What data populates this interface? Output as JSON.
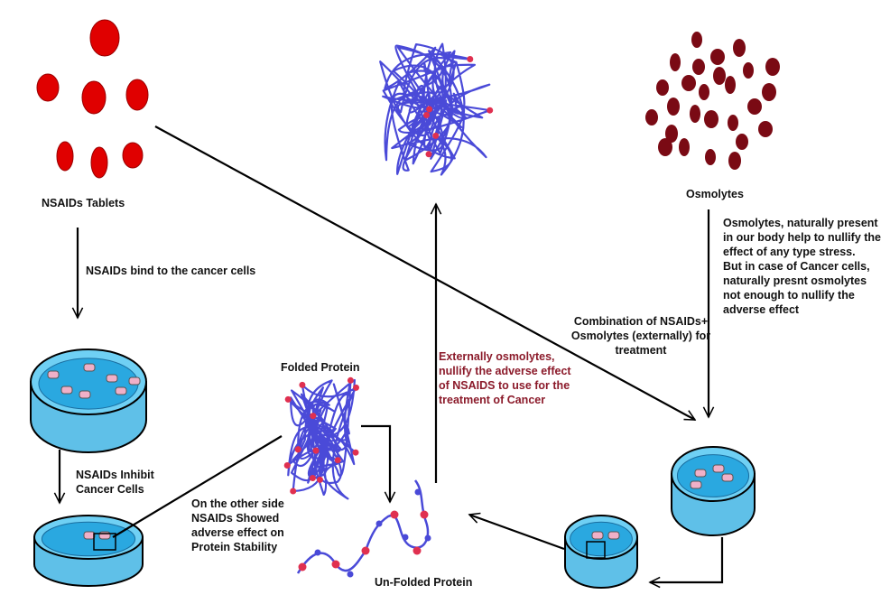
{
  "colors": {
    "tablet": "#e00000",
    "osmolyte": "#7a0a14",
    "protein_chain": "#4a4ad8",
    "protein_bead": "#e03050",
    "dish_fill": "#5fc0e8",
    "dish_rim": "#6fd0f4",
    "cell": "#f0b0c8",
    "arrow": "#000000",
    "highlight_text": "#8b1a2a"
  },
  "labels": {
    "nsaids_tablets": "NSAIDs Tablets",
    "nsaids_bind": "NSAIDs bind to the cancer cells",
    "nsaids_inhibit": "NSAIDs Inhibit\nCancer Cells",
    "other_side": "On the other side\nNSAIDs Showed\nadverse effect on\nProtein Stability",
    "folded_protein": "Folded Protein",
    "unfolded_protein": "Un-Folded Protein",
    "externally_osmolytes": "Externally osmolytes,\nnullify the adverse effect\nof NSAIDS to use for the\ntreatment of Cancer",
    "combination": "Combination of NSAIDs+\nOsmolytes (externally) for\ntreatment",
    "osmolytes": "Osmolytes",
    "osmolytes_note": "Osmolytes, naturally present\nin our body help to nullify the\neffect of any type stress.\n But in case of Cancer cells,\nnaturally presnt osmolytes\nnot enough to nullify the\nadverse effect"
  },
  "icons": {
    "tablets": "red-pill-cluster",
    "osmolytes": "dark-red-dot-cluster",
    "dish": "petri-dish",
    "protein": "protein-chain"
  }
}
